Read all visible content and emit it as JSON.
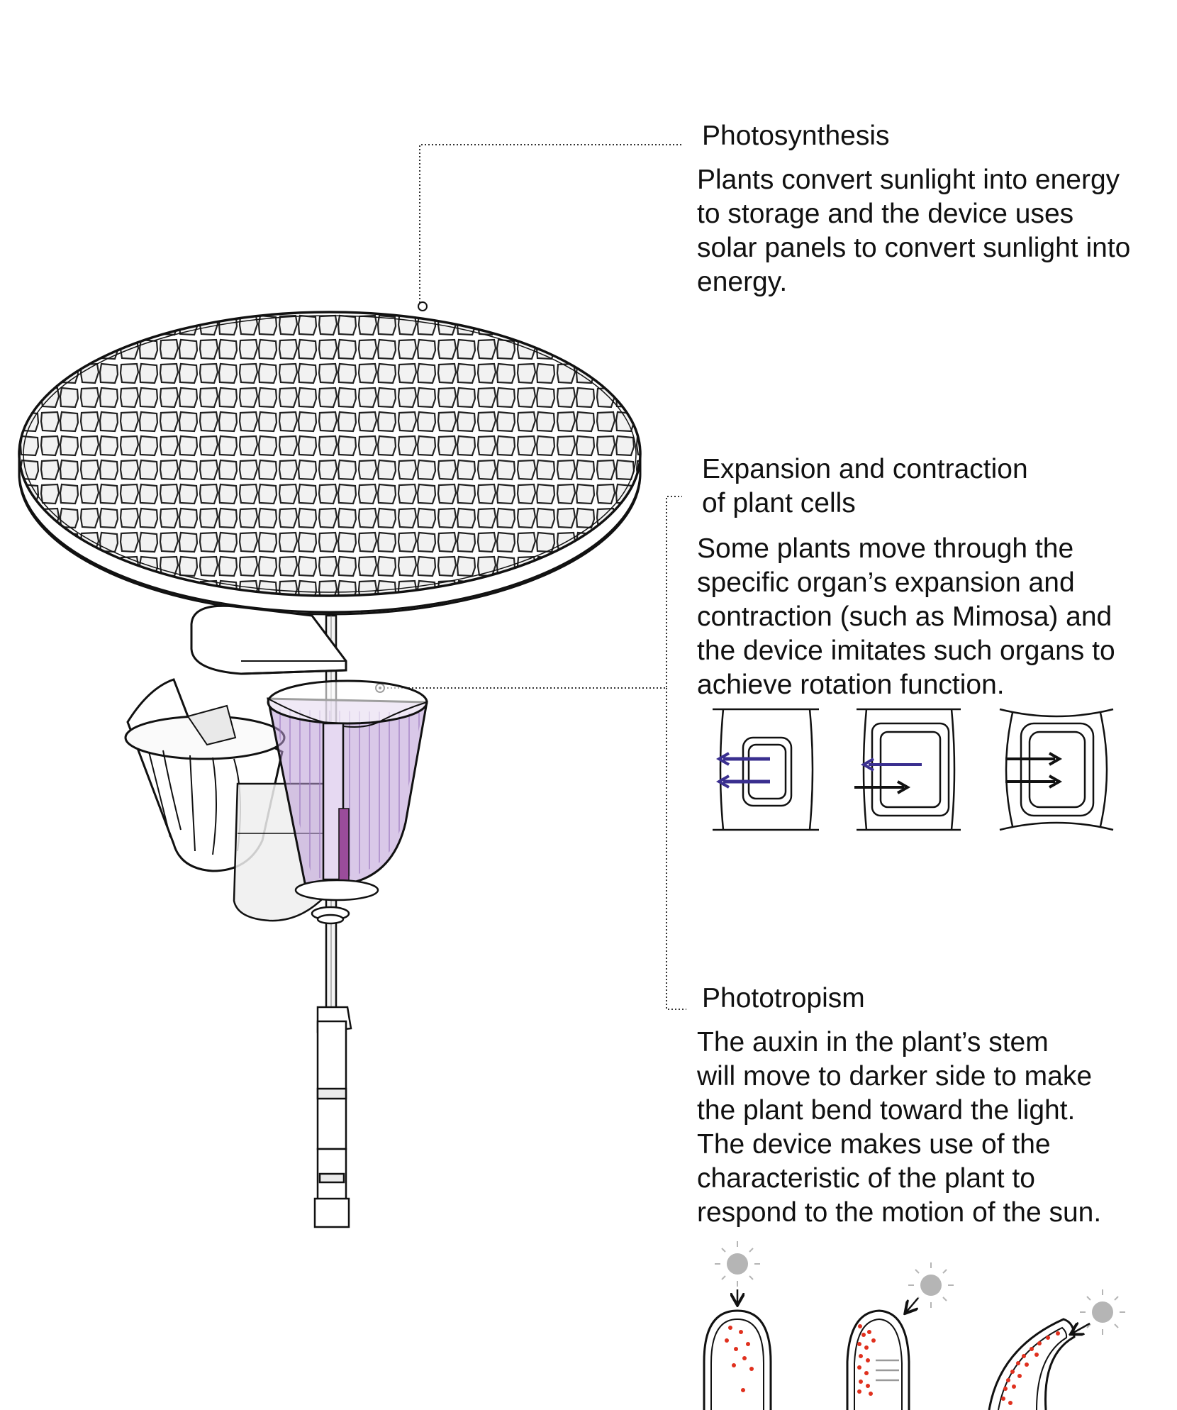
{
  "sections": [
    {
      "heading": "Photosynthesis",
      "body": "Plants convert sunlight into energy\nto storage and the device uses\nsolar panels to convert sunlight into\nenergy."
    },
    {
      "heading_lines": [
        "Expansion and contraction",
        "of plant cells"
      ],
      "body": "Some plants move through the\nspecific organ’s expansion and\ncontraction (such as Mimosa) and\nthe device imitates such organs to\nachieve rotation function."
    },
    {
      "heading": "Phototropism",
      "body": "The auxin in the plant’s stem\nwill move to darker side to make\nthe plant bend toward the light.\nThe device makes use of the\ncharacteristic of the plant to\nrespond to the motion of the sun."
    }
  ],
  "colors": {
    "line": "#111111",
    "purple_arrow": "#3a2f8f",
    "cup_purple": "#b99ad6",
    "auxin_dot": "#e0301e",
    "sun": "#b5b5b5"
  },
  "icons": [
    "solar-panel-disc",
    "cell-diagram",
    "sun-icon",
    "auxin-stem"
  ]
}
